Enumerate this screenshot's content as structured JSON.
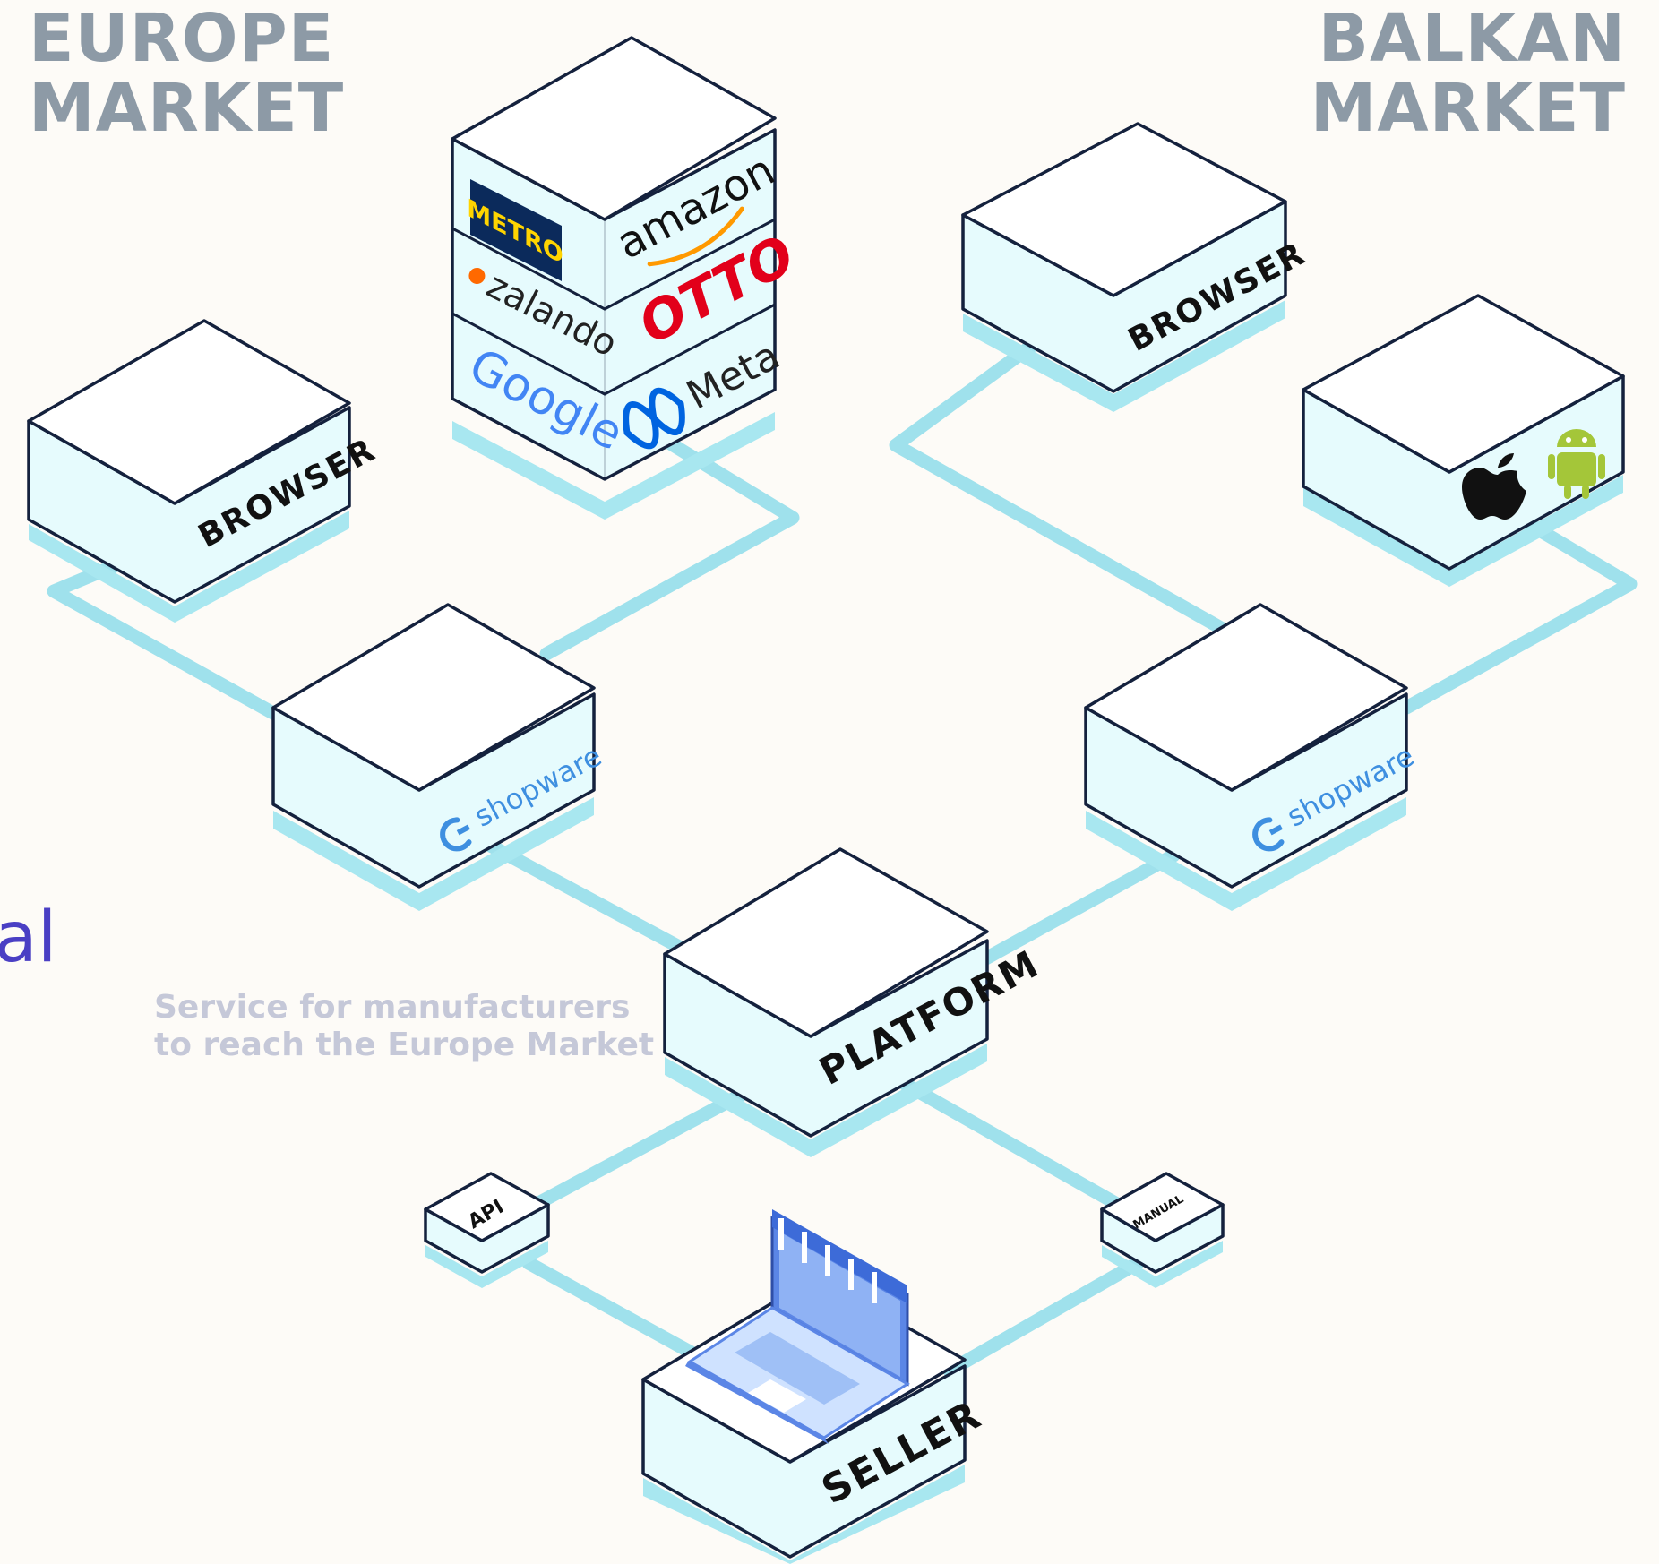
{
  "markets": {
    "europe": {
      "line1": "EUROPE",
      "line2": "MARKET"
    },
    "balkan": {
      "line1": "BALKAN",
      "line2": "MARKET"
    }
  },
  "nodes": {
    "europe_browser": "BROWSER",
    "balkan_browser": "BROWSER",
    "platform": "PLATFORM",
    "seller": "SELLER",
    "api": "API",
    "manual": "MANUAL",
    "shopware_left": "shopware",
    "shopware_right": "shopware"
  },
  "marketplaces": {
    "metro": "METRO",
    "amazon": "amazon",
    "zalando": "zalando",
    "otto": "OTTO",
    "google": "Google",
    "meta": "Meta"
  },
  "mobile_icons": [
    "apple-icon",
    "android-icon"
  ],
  "side_text": {
    "cut_word": "al",
    "line1": "Service for manufacturers",
    "line2": "to reach the Europe Market"
  },
  "colors": {
    "background": "#fdfbf7",
    "connector": "#9fe1ec",
    "box_side": "#e6fbfd",
    "title_gray": "#8d9aa6",
    "shopware_blue": "#3e8fe0",
    "metro_navy": "#0b2a5b",
    "metro_yellow": "#ffd400",
    "otto_red": "#e2001a",
    "amazon_orange": "#ff9900",
    "meta_blue": "#0064e0",
    "android_green": "#a4c639"
  }
}
